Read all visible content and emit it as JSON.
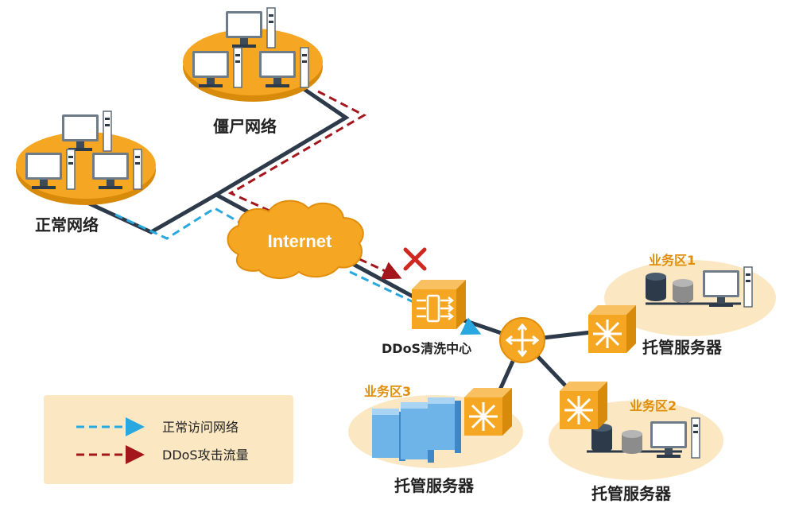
{
  "labels": {
    "zombie_network": "僵尸网络",
    "normal_network": "正常网络",
    "internet": "Internet",
    "ddos_center": "DDoS清洗中心",
    "zone1": "业务区1",
    "zone2": "业务区2",
    "zone3": "业务区3",
    "hosted_servers_1": "托管服务器",
    "hosted_servers_2": "托管服务器",
    "hosted_servers_3": "托管服务器"
  },
  "legend": {
    "normal_access": "正常访问网络",
    "ddos_traffic": "DDoS攻击流量"
  },
  "colors": {
    "orange": "#f5a623",
    "orange_dark": "#e08e0b",
    "zone_fill": "#fbe7c2",
    "line": "#2d3a4a",
    "blue_dash": "#29a8e0",
    "red_dash": "#a3171c",
    "legend_bg": "#fbe7c2"
  },
  "icons": {
    "blocked": "blocked-x-icon",
    "router": "router-icon",
    "switch": "switch-icon",
    "firewall": "ddos-scrubber-icon"
  }
}
